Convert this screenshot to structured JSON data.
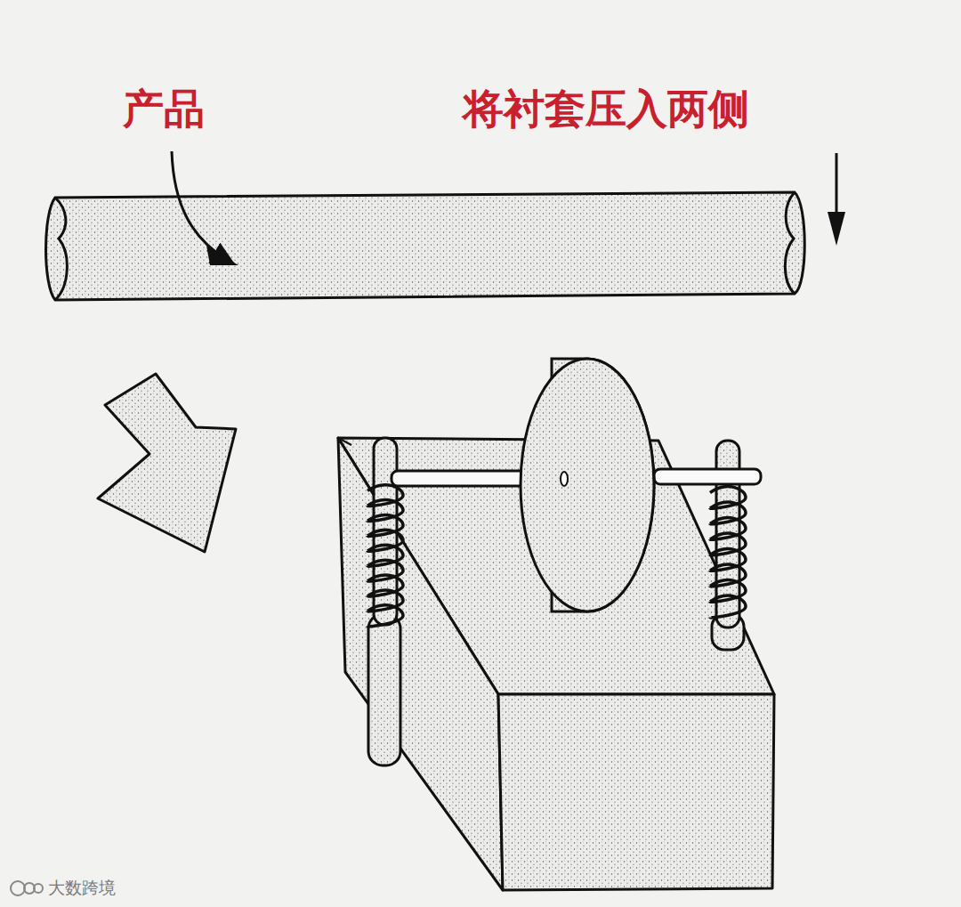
{
  "diagram": {
    "labels": [
      "产品",
      "将衬套压入两侧",
      "大数跨境"
    ]
  }
}
